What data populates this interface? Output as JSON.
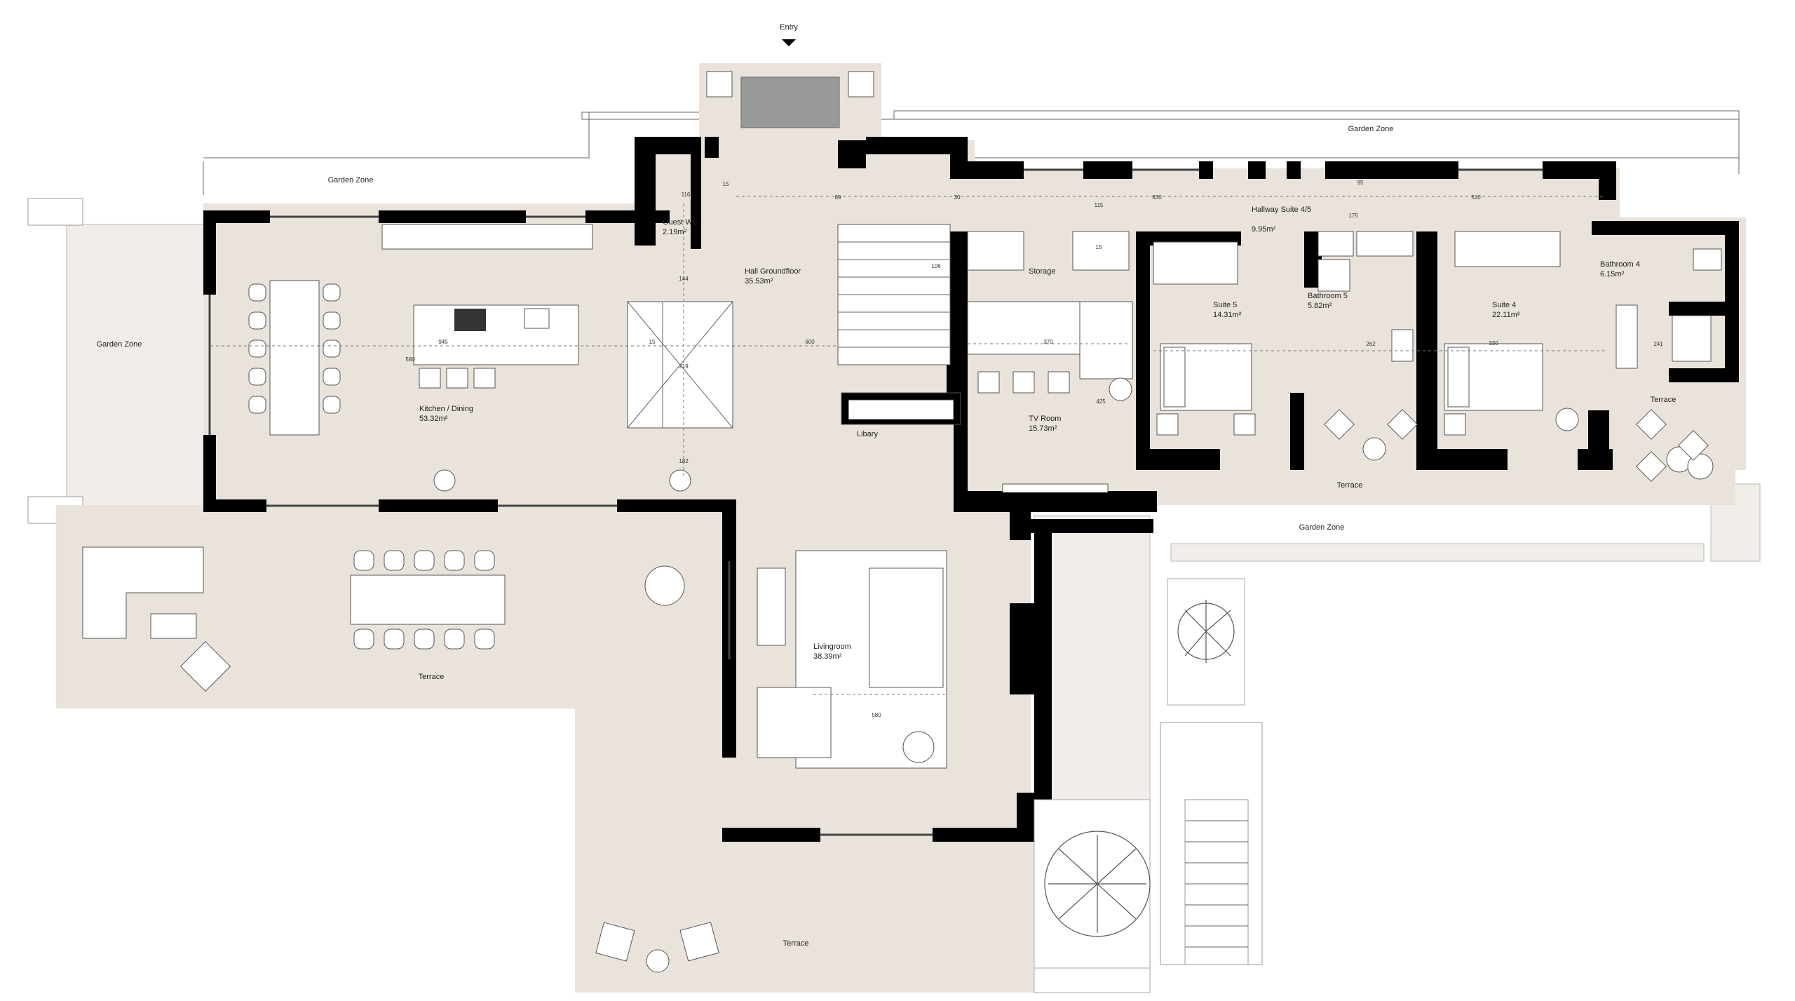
{
  "plan": {
    "entry": "Entry",
    "rooms": [
      {
        "name": "Guest WC",
        "area": "2.19m²"
      },
      {
        "name": "Hall Groundfloor",
        "area": "35.53m²"
      },
      {
        "name": "Kitchen / Dining",
        "area": "53.32m²"
      },
      {
        "name": "Storage",
        "area": ""
      },
      {
        "name": "Libary",
        "area": ""
      },
      {
        "name": "TV Room",
        "area": "15.73m²"
      },
      {
        "name": "Hallway Suite 4/5",
        "area": "9.95m²"
      },
      {
        "name": "Suite 5",
        "area": "14.31m²"
      },
      {
        "name": "Bathroom 5",
        "area": "5.82m²"
      },
      {
        "name": "Suite 4",
        "area": "22.11m²"
      },
      {
        "name": "Bathroom 4",
        "area": "6.15m²"
      },
      {
        "name": "Livingroom",
        "area": "38.39m²"
      }
    ],
    "zones": {
      "garden_left_top": "Garden Zone",
      "garden_right_top": "Garden Zone",
      "garden_left": "Garden Zone",
      "garden_bottom": "Garden Zone",
      "terrace_left": "Terrace",
      "terrace_bottom": "Terrace",
      "terrace_mid": "Terrace",
      "terrace_right": "Terrace"
    },
    "dimensions": {
      "d1": "945",
      "d2": "600",
      "d3": "580",
      "d4": "15",
      "d5": "219",
      "d6": "182",
      "d7": "144",
      "d8": "370",
      "d9": "425",
      "d10": "830",
      "d11": "510",
      "d12": "330",
      "d13": "580",
      "d14": "89",
      "d15": "30",
      "d16": "115",
      "d17": "106",
      "d18": "116",
      "d19": "15",
      "d20": "262",
      "d21": "241",
      "d22": "175",
      "d23": "95",
      "d24": "15"
    }
  },
  "colors": {
    "floor": "#e9e3dc",
    "wall": "#000000",
    "furniture": "#ffffff"
  }
}
